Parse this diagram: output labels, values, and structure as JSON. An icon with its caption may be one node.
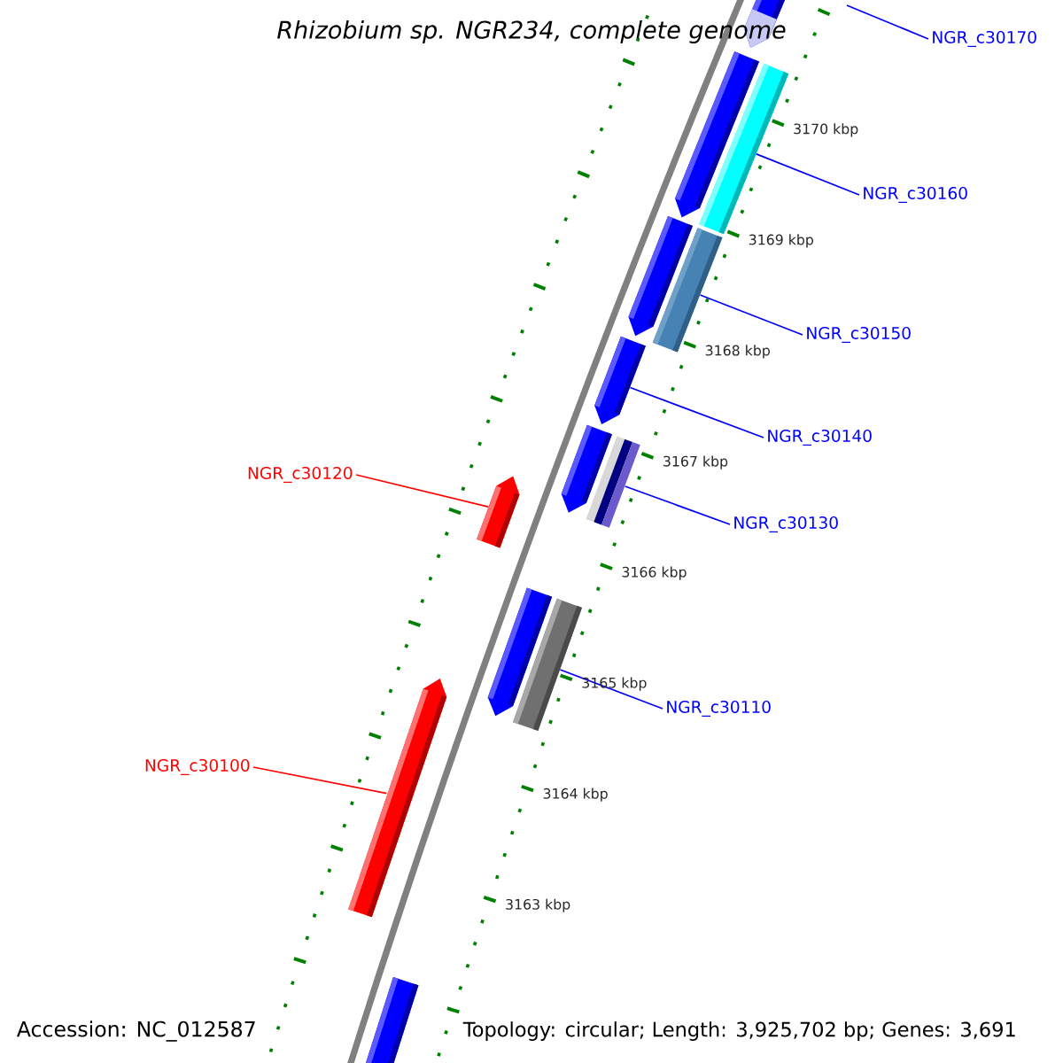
{
  "diagram": {
    "title": "Rhizobium sp. NGR234, complete genome",
    "nodes": [
      {
        "text": [
          "NGR_c30170"
        ]
      },
      {
        "text": [
          "NGR_c30160"
        ]
      },
      {
        "text": [
          "NGR_c30150"
        ]
      },
      {
        "text": [
          "NGR_c30140"
        ]
      },
      {
        "text": [
          "NGR_c30120"
        ]
      },
      {
        "text": [
          "NGR_c30130"
        ]
      },
      {
        "text": [
          "NGR_c30110"
        ]
      },
      {
        "text": [
          "NGR_c30100"
        ]
      },
      {
        "text": [],
        "shape": "pentagon"
      },
      {
        "text": [],
        "shape": "pentagon"
      },
      {
        "text": [],
        "shape": "bar"
      },
      {
        "text": [],
        "shape": "pentagon"
      },
      {
        "text": [],
        "shape": "bar"
      },
      {
        "text": [],
        "shape": "pentagon"
      },
      {
        "text": [],
        "shape": "pentagon"
      },
      {
        "text": [],
        "shape": "bar"
      },
      {
        "text": [],
        "shape": "pentagon"
      },
      {
        "text": [],
        "shape": "pentagon"
      },
      {
        "text": [],
        "shape": "bar"
      },
      {
        "text": [],
        "shape": "pentagon"
      },
      {
        "text": [],
        "shape": "pentagon"
      }
    ],
    "edges": [
      {
        "from": 0,
        "to": null,
        "arrow": "none"
      },
      {
        "from": 1,
        "to": 10,
        "arrow": "none"
      },
      {
        "from": 2,
        "to": 12,
        "arrow": "none"
      },
      {
        "from": 3,
        "to": 13,
        "arrow": "none"
      },
      {
        "from": 4,
        "to": 16,
        "arrow": "none",
        "color": "#ff0000"
      },
      {
        "from": 5,
        "to": 15,
        "arrow": "none"
      },
      {
        "from": 6,
        "to": 18,
        "arrow": "none"
      },
      {
        "from": 7,
        "to": 19,
        "arrow": "none",
        "color": "#ff0000"
      }
    ],
    "labels": [
      "3170 kbp",
      "3169 kbp",
      "3168 kbp",
      "3167 kbp",
      "3166 kbp",
      "3165 kbp",
      "3164 kbp",
      "3163 kbp",
      "Accession: NC_012587",
      "Topology: circular; Length: 3,925,702 bp; Genes: 3,691"
    ]
  }
}
